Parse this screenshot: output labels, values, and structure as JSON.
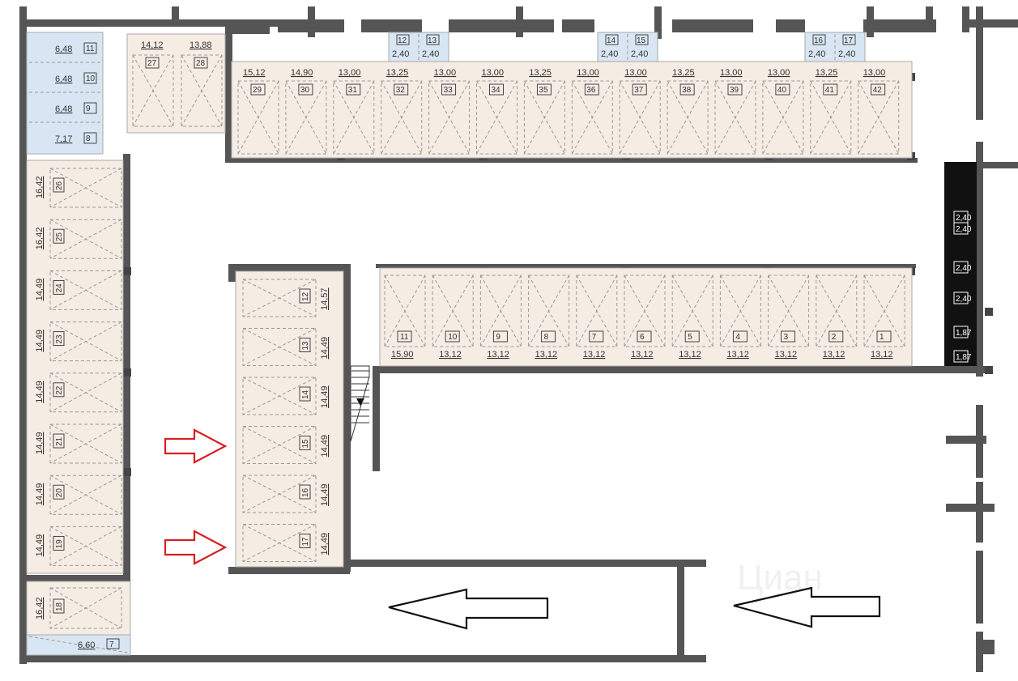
{
  "parking_spaces_top": [
    {
      "id": "27",
      "area": "14,12"
    },
    {
      "id": "28",
      "area": "13,88"
    },
    {
      "id": "29",
      "area": "15,12"
    },
    {
      "id": "30",
      "area": "14,90"
    },
    {
      "id": "31",
      "area": "13,00"
    },
    {
      "id": "32",
      "area": "13,25"
    },
    {
      "id": "33",
      "area": "13,00"
    },
    {
      "id": "34",
      "area": "13,00"
    },
    {
      "id": "35",
      "area": "13,25"
    },
    {
      "id": "36",
      "area": "13,00"
    },
    {
      "id": "37",
      "area": "13,00"
    },
    {
      "id": "38",
      "area": "13,25"
    },
    {
      "id": "39",
      "area": "13,00"
    },
    {
      "id": "40",
      "area": "13,00"
    },
    {
      "id": "41",
      "area": "13,25"
    },
    {
      "id": "42",
      "area": "13,00"
    }
  ],
  "parking_spaces_middle_row": [
    {
      "id": "11",
      "area": "15,90"
    },
    {
      "id": "10",
      "area": "13,12"
    },
    {
      "id": "9",
      "area": "13,12"
    },
    {
      "id": "8",
      "area": "13,12"
    },
    {
      "id": "7",
      "area": "13,12"
    },
    {
      "id": "6",
      "area": "13,12"
    },
    {
      "id": "5",
      "area": "13,12"
    },
    {
      "id": "4",
      "area": "13,12"
    },
    {
      "id": "3",
      "area": "13,12"
    },
    {
      "id": "2",
      "area": "13,12"
    },
    {
      "id": "1",
      "area": "13,12"
    }
  ],
  "parking_spaces_left_column": [
    {
      "id": "26",
      "area": "16,42"
    },
    {
      "id": "25",
      "area": "16,42"
    },
    {
      "id": "24",
      "area": "14,49"
    },
    {
      "id": "23",
      "area": "14,49"
    },
    {
      "id": "22",
      "area": "14,49"
    },
    {
      "id": "21",
      "area": "14,49"
    },
    {
      "id": "20",
      "area": "14,49"
    },
    {
      "id": "19",
      "area": "14,49"
    },
    {
      "id": "18",
      "area": "16,42"
    }
  ],
  "parking_spaces_center_column": [
    {
      "id": "12",
      "area": "14,57"
    },
    {
      "id": "13",
      "area": "14,49"
    },
    {
      "id": "14",
      "area": "14,49"
    },
    {
      "id": "15",
      "area": "14,49"
    },
    {
      "id": "16",
      "area": "14,49"
    },
    {
      "id": "17",
      "area": "14,49"
    }
  ],
  "storage_left": [
    {
      "id": "11",
      "area": "6,48"
    },
    {
      "id": "10",
      "area": "6,48"
    },
    {
      "id": "9",
      "area": "6,48"
    },
    {
      "id": "8",
      "area": "7,17"
    },
    {
      "id": "7",
      "area": "6,60"
    }
  ],
  "storage_top": [
    {
      "id": "12",
      "area": "2,40"
    },
    {
      "id": "13",
      "area": "2,40"
    },
    {
      "id": "14",
      "area": "2,40"
    },
    {
      "id": "15",
      "area": "2,40"
    },
    {
      "id": "16",
      "area": "2,40"
    },
    {
      "id": "17",
      "area": "2,40"
    }
  ],
  "storage_right_dark": [
    "2,40",
    "2,40",
    "2,40",
    "2,40",
    "1,87",
    "1,87"
  ],
  "colors": {
    "parking_fill": "#f5ece3",
    "storage_fill": "#d8e6f3",
    "wall": "#555555",
    "highlight_arrows": "#d62020",
    "traffic_arrows": "#111111"
  },
  "watermark": "Циан"
}
